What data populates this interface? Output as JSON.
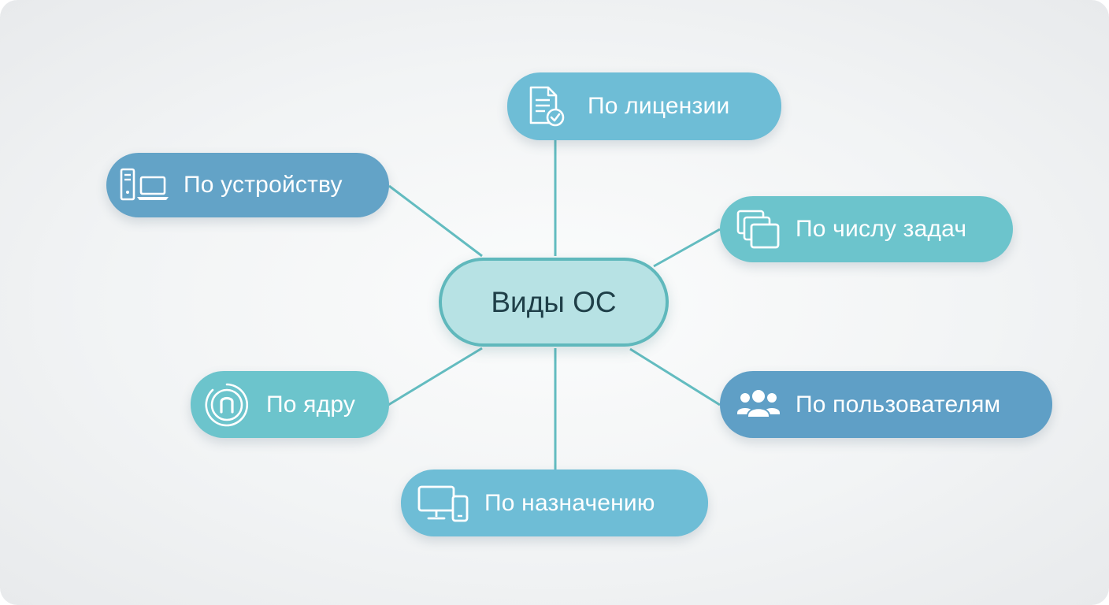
{
  "center": {
    "label": "Виды ОС"
  },
  "nodes": {
    "device": {
      "label": "По устройству",
      "icon": "server-laptop-icon",
      "color": "#63a3c7"
    },
    "license": {
      "label": "По лицензии",
      "icon": "certified-document-icon",
      "color": "#6ebdd6"
    },
    "tasks": {
      "label": "По числу задач",
      "icon": "stacked-windows-icon",
      "color": "#6cc4cc"
    },
    "kernel": {
      "label": "По ядру",
      "icon": "kernel-circle-icon",
      "color": "#6cc4cc"
    },
    "users": {
      "label": "По пользователям",
      "icon": "users-group-icon",
      "color": "#5f9fc6"
    },
    "purpose": {
      "label": "По назначению",
      "icon": "monitor-phone-icon",
      "color": "#6ebdd6"
    }
  },
  "colors": {
    "connector": "#63bcc0",
    "center_fill": "#b7e2e4",
    "center_border": "#5fb8bc",
    "center_text": "#1f3f48"
  }
}
